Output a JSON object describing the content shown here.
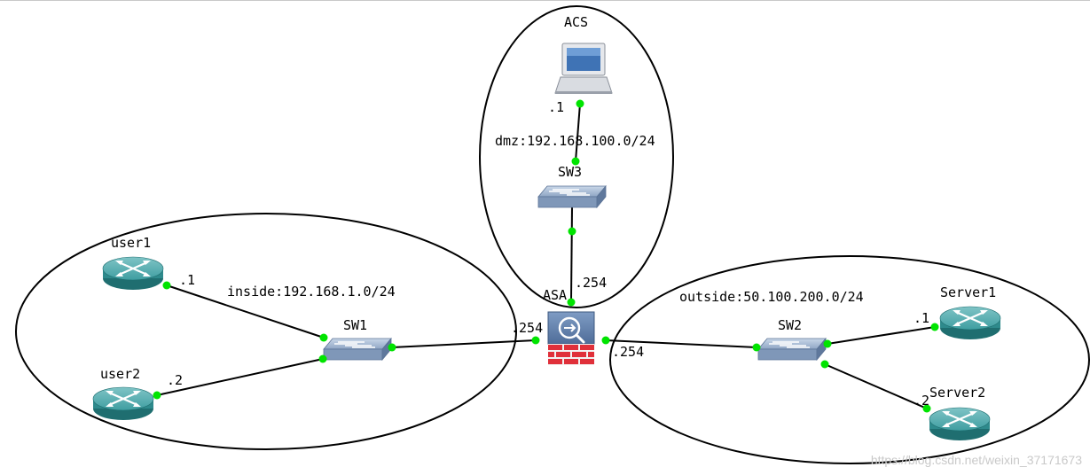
{
  "zones": {
    "dmz": "dmz:192.168.100.0/24",
    "inside": "inside:192.168.1.0/24",
    "outside": "outside:50.100.200.0/24"
  },
  "devices": {
    "acs": "ACS",
    "sw3": "SW3",
    "asa": "ASA",
    "sw1": "SW1",
    "sw2": "SW2",
    "user1": "user1",
    "user2": "user2",
    "server1": "Server1",
    "server2": "Server2"
  },
  "addresses": {
    "acs": ".1",
    "asa_dmz": ".254",
    "asa_inside": ".254",
    "asa_outside": ".254",
    "user1": ".1",
    "user2": ".2",
    "server1": ".1",
    "server2": ".2"
  },
  "watermark": "https://blog.csdn.net/weixin_37171673",
  "colors": {
    "port_dot": "#00e400",
    "router": "#2e8a8c",
    "switch": "#7f97b8",
    "firewall_brick": "#e0303a"
  }
}
